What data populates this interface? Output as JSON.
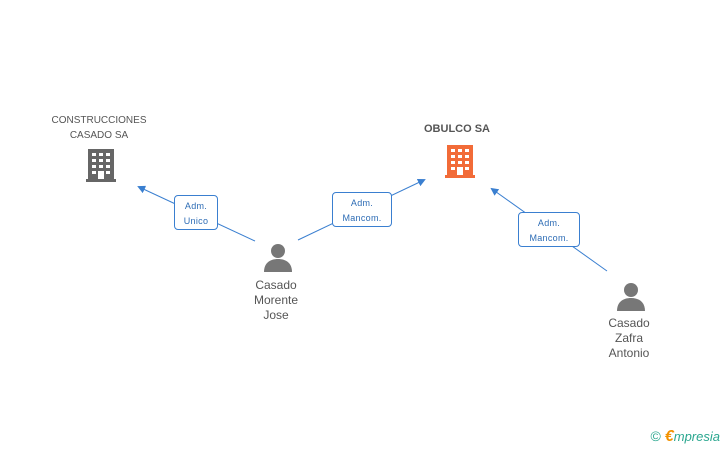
{
  "companies": [
    {
      "name": "CONSTRUCCIONES\nCASADO SA",
      "icon": "building-icon",
      "color": "#666666"
    },
    {
      "name": "OBULCO SA",
      "icon": "building-icon",
      "color": "#f26b38"
    }
  ],
  "persons": [
    {
      "name": "Casado\nMorente\nJose",
      "icon": "person-icon",
      "color": "#777777"
    },
    {
      "name": "Casado\nZafra\nAntonio",
      "icon": "person-icon",
      "color": "#777777"
    }
  ],
  "relations": [
    {
      "label": "Adm.\nUnico"
    },
    {
      "label": "Adm.\nMancom."
    },
    {
      "label": "Adm.\nMancom."
    }
  ],
  "edge_color": "#3a7fd0",
  "brand": {
    "copyright": "©",
    "e": "€",
    "rest": "mpresia"
  }
}
